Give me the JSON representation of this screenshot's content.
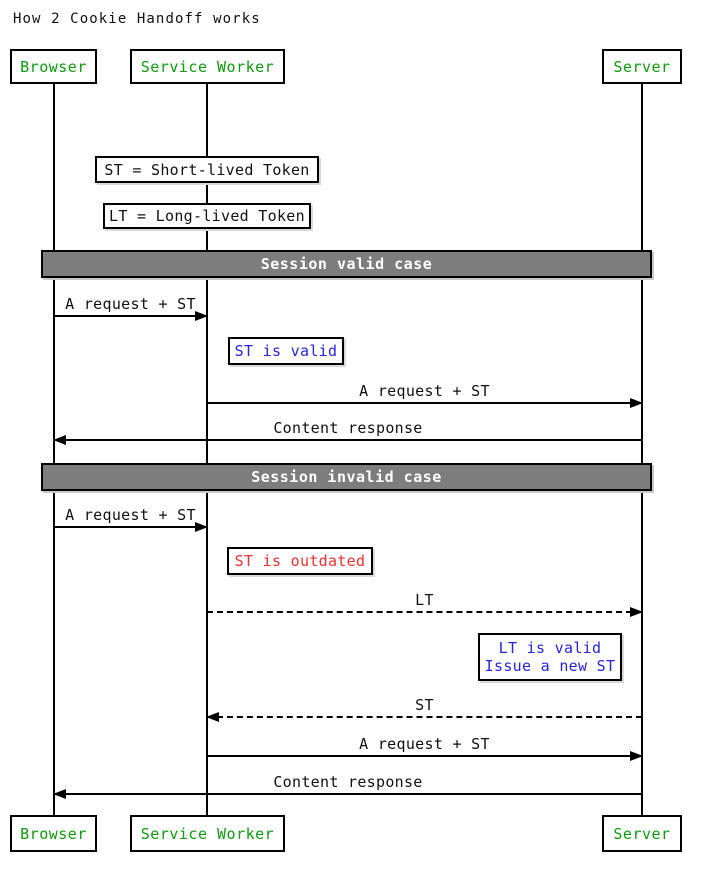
{
  "title": "How 2 Cookie Handoff works",
  "colors": {
    "actor_text": "#0f9b0f",
    "info_note_text": "#2525e0",
    "error_note_text": "#ef3131",
    "divider_bg": "#7d7d7d",
    "divider_text": "#ffffff",
    "line": "#000000"
  },
  "actors": [
    {
      "label": "Browser"
    },
    {
      "label": "Service Worker"
    },
    {
      "label": "Server"
    }
  ],
  "legend": [
    {
      "text": "ST = Short-lived Token"
    },
    {
      "text": "LT = Long-lived Token"
    }
  ],
  "sections": [
    {
      "label": "Session valid case"
    },
    {
      "label": "Session invalid case"
    }
  ],
  "messages": [
    {
      "label": "A request + ST",
      "from": "Browser",
      "to": "Service Worker",
      "style": "solid"
    },
    {
      "label": "A request + ST",
      "from": "Service Worker",
      "to": "Server",
      "style": "solid"
    },
    {
      "label": "Content response",
      "from": "Server",
      "to": "Browser",
      "style": "solid"
    },
    {
      "label": "A request + ST",
      "from": "Browser",
      "to": "Service Worker",
      "style": "solid"
    },
    {
      "label": "LT",
      "from": "Service Worker",
      "to": "Server",
      "style": "dashed"
    },
    {
      "label": "ST",
      "from": "Server",
      "to": "Service Worker",
      "style": "dashed"
    },
    {
      "label": "A request + ST",
      "from": "Service Worker",
      "to": "Server",
      "style": "solid"
    },
    {
      "label": "Content response",
      "from": "Server",
      "to": "Browser",
      "style": "solid"
    }
  ],
  "state_notes": [
    {
      "text": "ST is valid",
      "kind": "info"
    },
    {
      "text": "ST is outdated",
      "kind": "error"
    },
    {
      "lines": [
        "LT is valid",
        "Issue a new ST"
      ],
      "kind": "info"
    }
  ]
}
